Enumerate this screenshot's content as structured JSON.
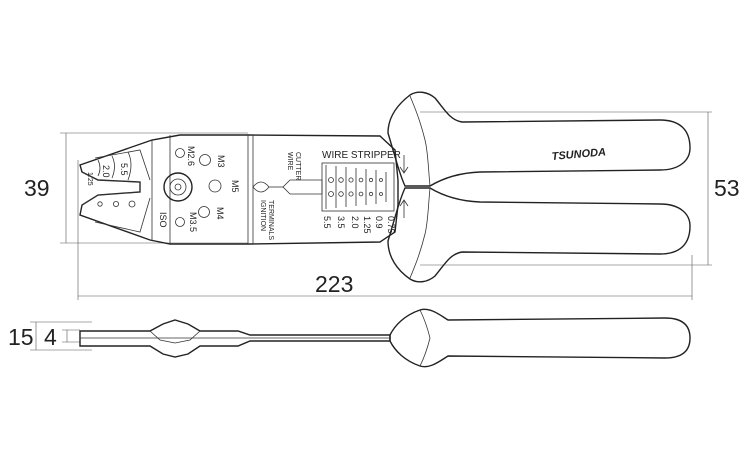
{
  "dimensions": {
    "height": "39",
    "total_height": "53",
    "length": "223",
    "thickness": "15",
    "blade_thickness": "4"
  },
  "brand": "TSUNODA",
  "crimp_sizes": [
    "1.25",
    "2.0",
    "5.5"
  ],
  "screw_labels": {
    "m26": "M2.6",
    "m3": "M3",
    "m35": "M3.5",
    "m4": "M4",
    "m5": "M5",
    "iso": "ISO"
  },
  "ignition_label": [
    "IGNITION",
    "TERMINALS"
  ],
  "wire_cutter_label": [
    "WIRE",
    "CUTTER"
  ],
  "wire_stripper": {
    "title": "WIRE STRIPPER",
    "gauges": [
      "5.5",
      "3.5",
      "2.0",
      "1.25",
      "0.9",
      "0.75"
    ]
  }
}
